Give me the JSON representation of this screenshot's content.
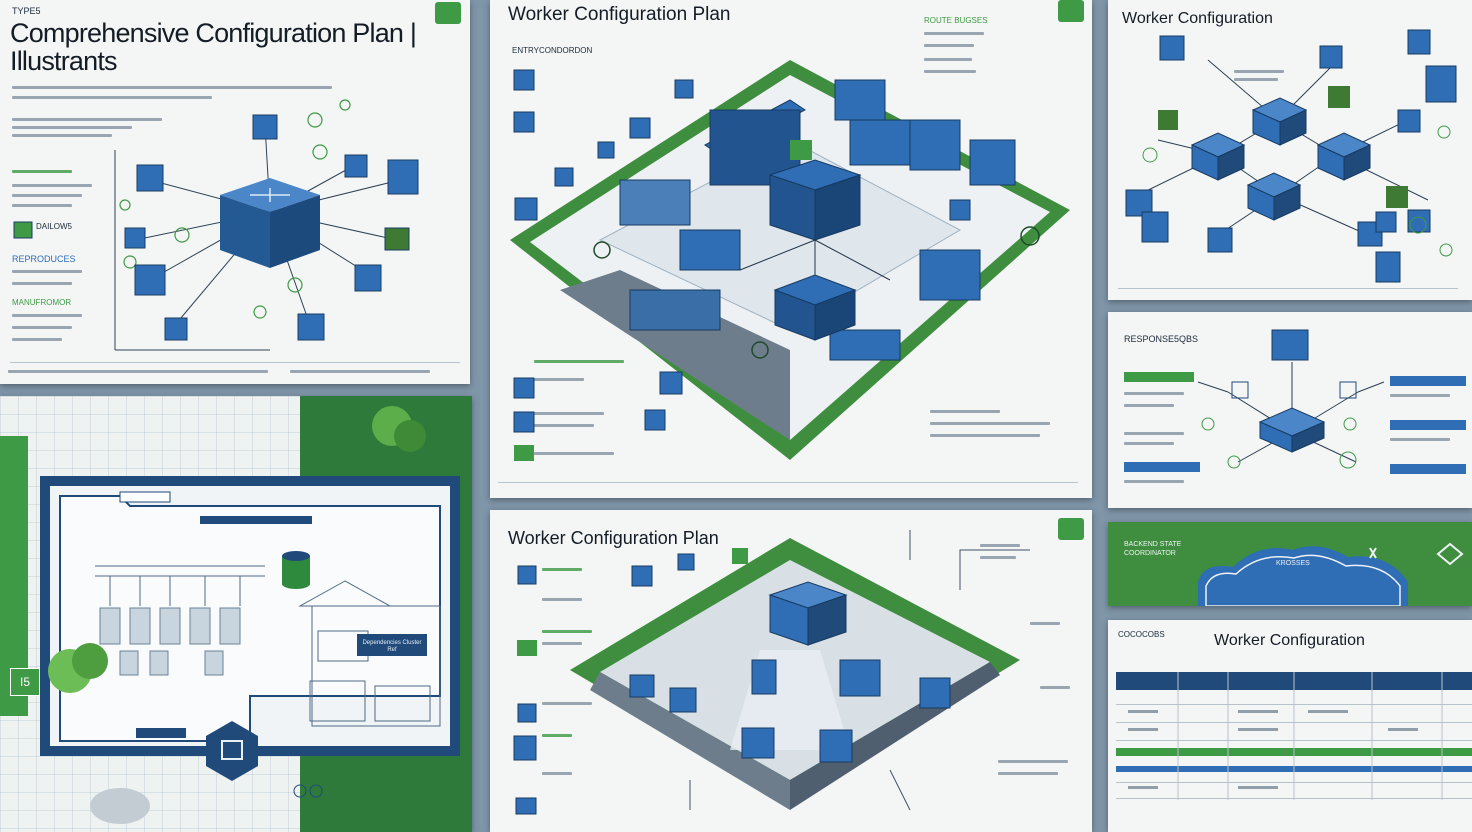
{
  "colors": {
    "accent_blue": "#2f6db5",
    "dark_blue": "#1f4a7a",
    "accent_green": "#3f9a45",
    "paper": "#f4f6f5",
    "backdrop": "#7f95a8"
  },
  "panel_a": {
    "tag": "TYPE5",
    "title_line1": "Comprehensive Configuration Plan |",
    "title_line2": "Illustrants",
    "label_1": "DAILOW5",
    "label_2": "REPRODUCES",
    "label_3": "MANUFROMOR"
  },
  "panel_b": {
    "title": "Worker Configuration Plan",
    "subtitle": "ENTRYCONDORDON",
    "side_head": "ROUTE BUGSES"
  },
  "panel_c": {
    "title": "Worker Configuration"
  },
  "panel_d": {
    "head": "RESPONSE5QBS"
  },
  "panel_e": {
    "title": "Worker Configuration Plan"
  },
  "panel_f": {
    "cloud_label": "KROSSES",
    "left_text": "BACKEND STATE COORDINATOR"
  },
  "panel_g": {
    "tag": "COCOCOBS",
    "title": "Worker Configuration"
  },
  "panel_h": {
    "badge": "I5",
    "box_label": "Dependencies Cluster Ref"
  },
  "icons": [
    "server-cube-icon",
    "gear-icon",
    "database-icon",
    "lock-icon",
    "cloud-icon"
  ]
}
